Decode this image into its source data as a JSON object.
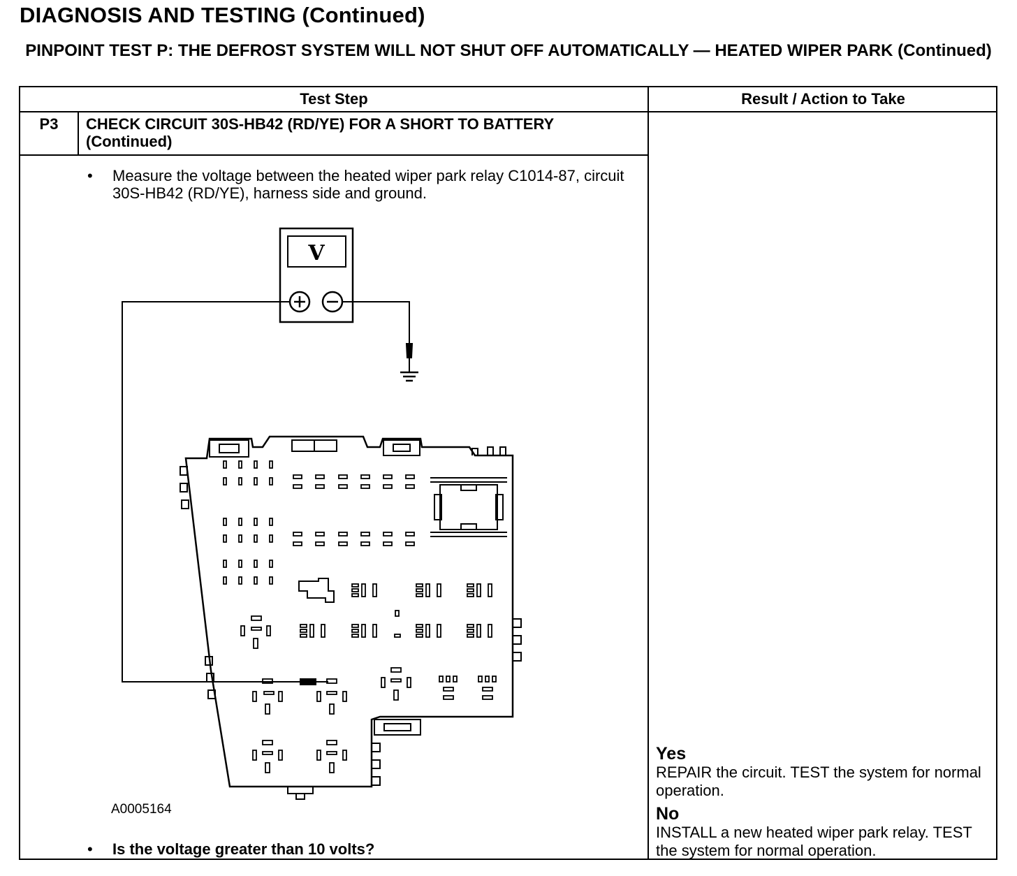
{
  "header": {
    "title": "DIAGNOSIS AND TESTING (Continued)",
    "subtitle": "PINPOINT TEST P: THE DEFROST SYSTEM WILL NOT SHUT OFF AUTOMATICALLY — HEATED WIPER PARK (Continued)"
  },
  "table": {
    "col_test_step": "Test Step",
    "col_result": "Result / Action to Take"
  },
  "step": {
    "id": "P3",
    "title": "CHECK CIRCUIT 30S-HB42 (RD/YE) FOR A SHORT TO BATTERY (Continued)",
    "bullet_symbol": "•",
    "instruction": "Measure the voltage between the heated wiper park relay C1014-87, circuit 30S-HB42 (RD/YE), harness side and ground.",
    "question": "Is the voltage greater than 10 volts?"
  },
  "figure": {
    "meter_symbol": "V",
    "plus_symbol": "+",
    "minus_symbol": "−",
    "id": "A0005164"
  },
  "result": {
    "yes_label": "Yes",
    "yes_action": "REPAIR the circuit. TEST the system for normal operation.",
    "no_label": "No",
    "no_action": "INSTALL a new heated wiper park relay. TEST the system for normal operation."
  }
}
